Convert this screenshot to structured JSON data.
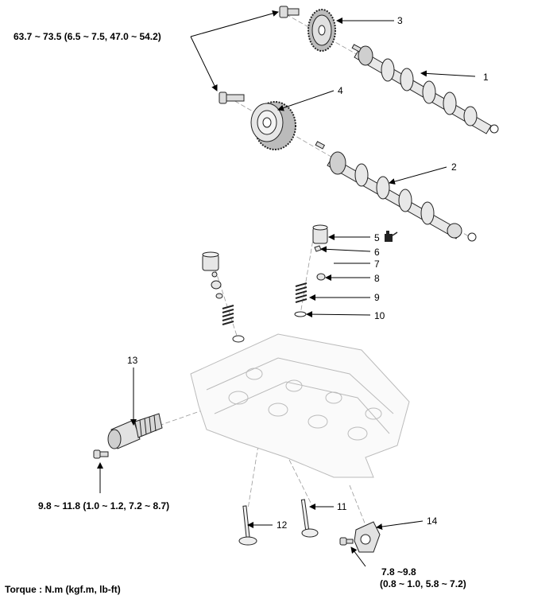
{
  "torque": {
    "top": "63.7 ~ 73.5 (6.5 ~ 7.5, 47.0 ~ 54.2)",
    "left": "9.8 ~ 11.8 (1.0 ~ 1.2, 7.2 ~ 8.7)",
    "right_line1": "7.8 ~9.8",
    "right_line2": "(0.8 ~ 1.0, 5.8 ~ 7.2)",
    "unit_note": "Torque : N.m (kgf.m, lb-ft)"
  },
  "callouts": [
    "1",
    "2",
    "3",
    "4",
    "5",
    "6",
    "7",
    "8",
    "9",
    "10",
    "11",
    "12",
    "13",
    "14"
  ],
  "icons": {
    "oil_can": "oil-can-icon"
  }
}
